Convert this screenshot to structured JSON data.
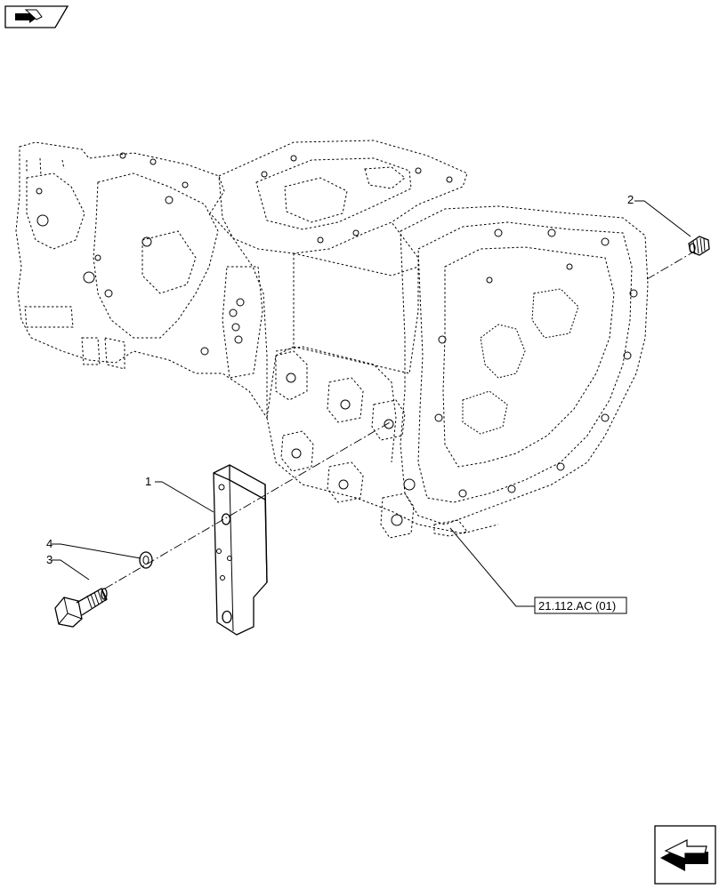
{
  "callouts": {
    "item1": "1",
    "item2": "2",
    "item3": "3",
    "item4": "4"
  },
  "reference": {
    "label": "21.112.AC (01)"
  },
  "icons": {
    "top_left": "previous-page-arrow-icon",
    "bottom_right": "next-page-arrow-icon"
  }
}
